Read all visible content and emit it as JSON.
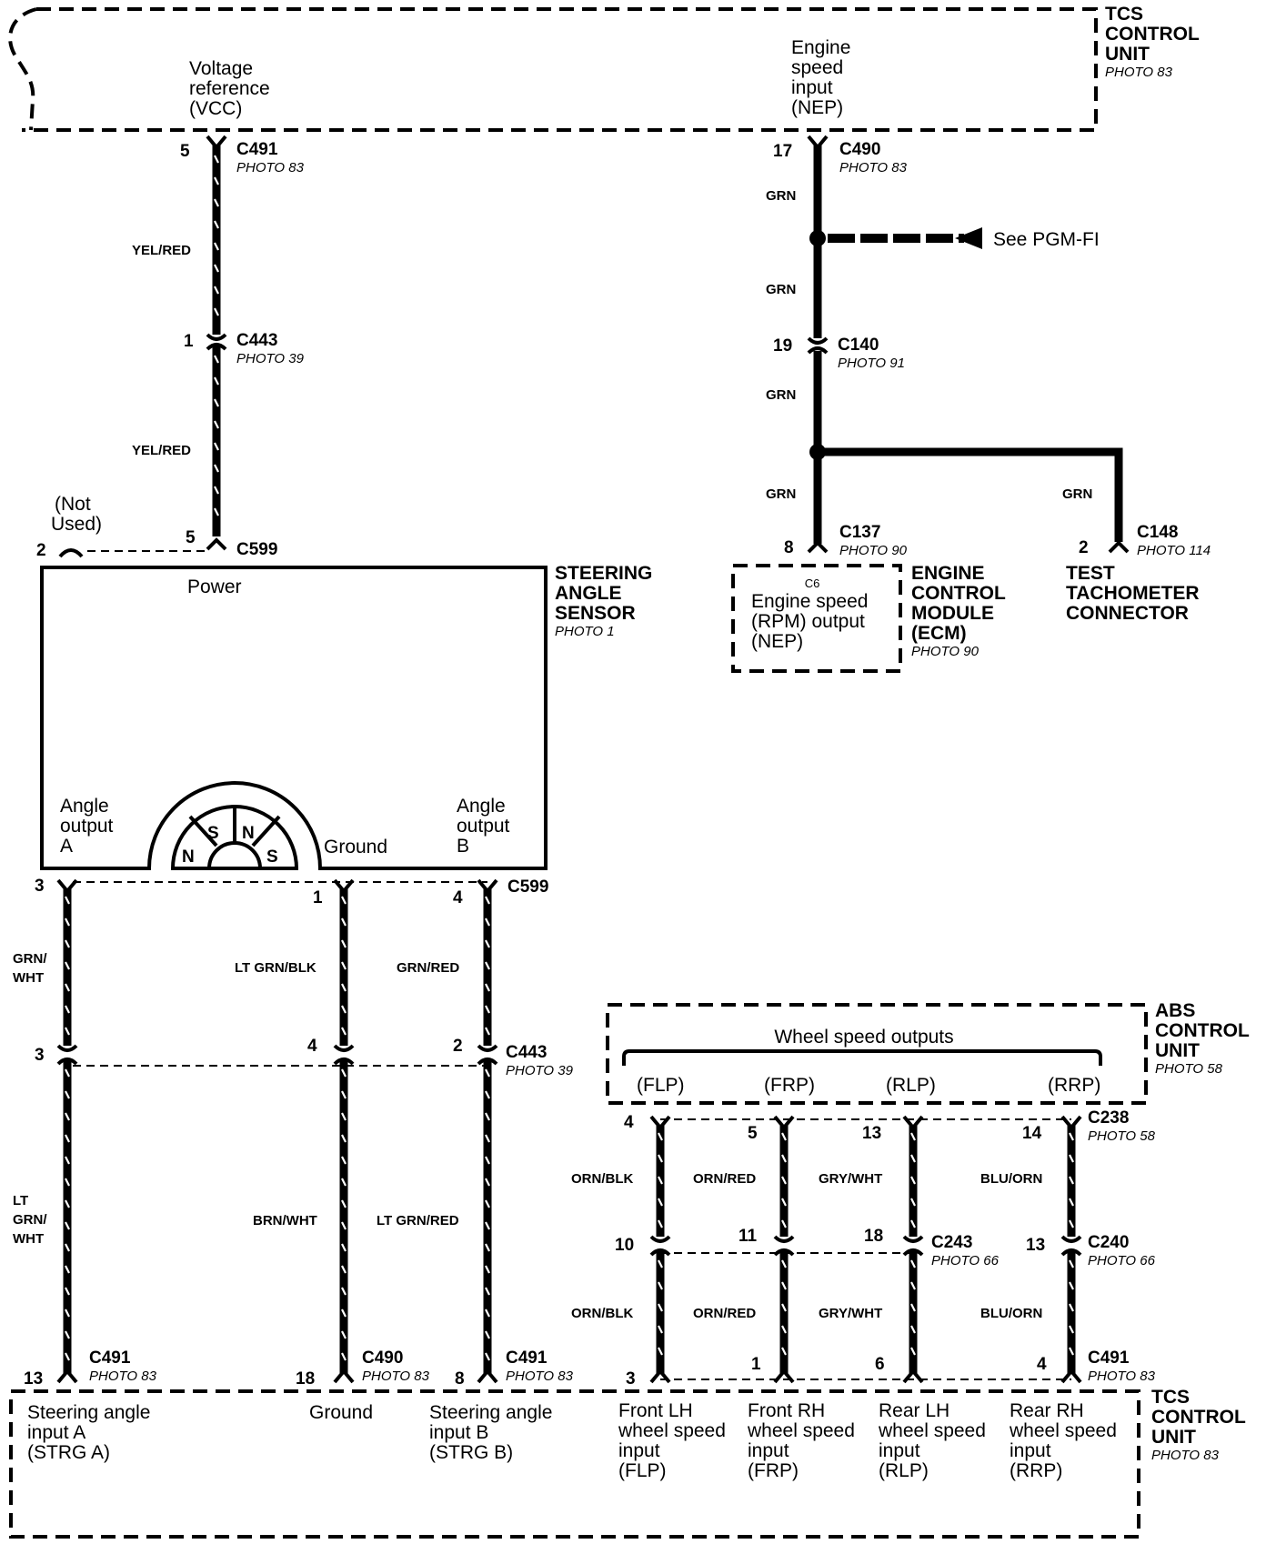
{
  "tcs_top": {
    "title_lines": [
      "TCS",
      "CONTROL",
      "UNIT"
    ],
    "photo": "PHOTO 83",
    "vcc_lines": [
      "Voltage",
      "reference",
      "(VCC)"
    ],
    "nep_lines": [
      "Engine",
      "speed",
      "input",
      "(NEP)"
    ]
  },
  "left_supply": {
    "c491": {
      "pin": "5",
      "name": "C491",
      "photo": "PHOTO 83"
    },
    "wire1": "YEL/RED",
    "c443": {
      "pin": "1",
      "name": "C443",
      "photo": "PHOTO 39"
    },
    "wire2": "YEL/RED",
    "c599": {
      "pin": "5",
      "name": "C599"
    },
    "not_used_pin": "2",
    "not_used_lines": [
      "(Not",
      "Used)"
    ]
  },
  "sensor": {
    "title_lines": [
      "STEERING",
      "ANGLE",
      "SENSOR"
    ],
    "photo": "PHOTO 1",
    "power": "Power",
    "angle_a_lines": [
      "Angle",
      "output",
      "A"
    ],
    "angle_b_lines": [
      "Angle",
      "output",
      "B"
    ],
    "ground": "Ground",
    "magnets": [
      "N",
      "S",
      "N",
      "S"
    ]
  },
  "nep_path": {
    "c490": {
      "pin": "17",
      "name": "C490",
      "photo": "PHOTO 83"
    },
    "wire1": "GRN",
    "see": "See PGM-FI",
    "wire2": "GRN",
    "c140": {
      "pin": "19",
      "name": "C140",
      "photo": "PHOTO 91"
    },
    "wire3": "GRN",
    "wire4": "GRN",
    "wire5": "GRN",
    "c137": {
      "pin": "8",
      "name": "C137",
      "photo": "PHOTO 90"
    },
    "c148": {
      "pin": "2",
      "name": "C148",
      "photo": "PHOTO 114"
    }
  },
  "ecm": {
    "pin_label": "C6",
    "output_lines": [
      "Engine speed",
      "(RPM) output",
      "(NEP)"
    ],
    "title_lines": [
      "ENGINE",
      "CONTROL",
      "MODULE",
      "(ECM)"
    ],
    "photo": "PHOTO 90"
  },
  "tach": {
    "title_lines": [
      "TEST",
      "TACHOMETER",
      "CONNECTOR"
    ]
  },
  "lower_left": {
    "c599": {
      "name": "C599",
      "pins": [
        "3",
        "1",
        "4"
      ]
    },
    "wires_upper": [
      "GRN/\nWHT",
      "LT GRN/BLK",
      "GRN/RED"
    ],
    "wire_a_upper_lines": [
      "GRN/",
      "WHT"
    ],
    "c443": {
      "name": "C443",
      "photo": "PHOTO 39",
      "pins": [
        "3",
        "4",
        "2"
      ]
    },
    "wire_a_lower_lines": [
      "LT",
      "GRN/",
      "WHT"
    ],
    "wire_g_lower": "BRN/WHT",
    "wire_b_lower": "LT GRN/RED",
    "bottom": [
      {
        "pin": "13",
        "name": "C491",
        "photo": "PHOTO 83"
      },
      {
        "pin": "18",
        "name": "C490",
        "photo": "PHOTO 83"
      },
      {
        "pin": "8",
        "name": "C491",
        "photo": "PHOTO 83"
      }
    ]
  },
  "abs": {
    "title_lines": [
      "ABS",
      "CONTROL",
      "UNIT"
    ],
    "photo": "PHOTO 58",
    "wheel_speed": "Wheel speed outputs",
    "outputs": [
      "(FLP)",
      "(FRP)",
      "(RLP)",
      "(RRP)"
    ],
    "c238": {
      "name": "C238",
      "photo": "PHOTO 58",
      "pins": [
        "4",
        "5",
        "13",
        "14"
      ]
    },
    "wires_upper": [
      "ORN/BLK",
      "ORN/RED",
      "GRY/WHT",
      "BLU/ORN"
    ],
    "c243": {
      "name": "C243",
      "photo": "PHOTO 66",
      "pins": [
        "10",
        "11",
        "18"
      ]
    },
    "c240": {
      "name": "C240",
      "photo": "PHOTO 66",
      "pin": "13"
    },
    "wires_lower": [
      "ORN/BLK",
      "ORN/RED",
      "GRY/WHT",
      "BLU/ORN"
    ],
    "c491": {
      "name": "C491",
      "photo": "PHOTO 83",
      "pins": [
        "3",
        "1",
        "6",
        "4"
      ]
    }
  },
  "tcs_bottom": {
    "title_lines": [
      "TCS",
      "CONTROL",
      "UNIT"
    ],
    "photo": "PHOTO 83",
    "strg_a_lines": [
      "Steering angle",
      "input A",
      "(STRG A)"
    ],
    "ground": "Ground",
    "strg_b_lines": [
      "Steering angle",
      "input B",
      "(STRG B)"
    ],
    "flp_lines": [
      "Front LH",
      "wheel speed",
      "input",
      "(FLP)"
    ],
    "frp_lines": [
      "Front RH",
      "wheel speed",
      "input",
      "(FRP)"
    ],
    "rlp_lines": [
      "Rear LH",
      "wheel speed",
      "input",
      "(RLP)"
    ],
    "rrp_lines": [
      "Rear RH",
      "wheel speed",
      "input",
      "(RRP)"
    ]
  }
}
